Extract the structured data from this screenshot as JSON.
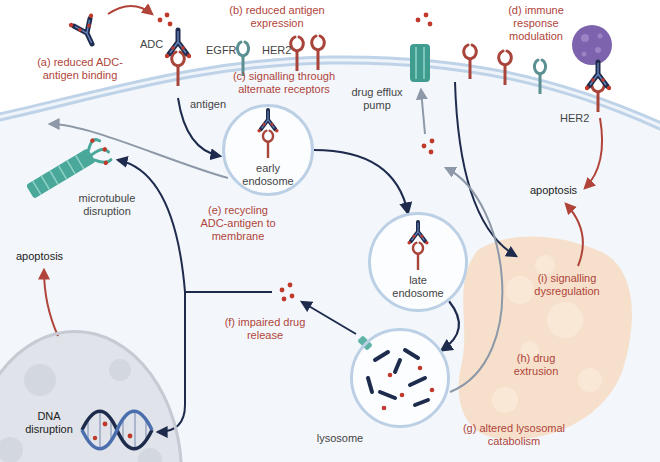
{
  "diagram": {
    "nodes": [
      {
        "text": [
          "early endosome"
        ]
      },
      {
        "text": [
          "late endosome"
        ]
      },
      {
        "text": [
          "lysosome"
        ]
      },
      {
        "text": [
          "DNA disruption"
        ]
      }
    ],
    "edges": [
      {
        "from": 0,
        "to": 1,
        "arrow": "to"
      },
      {
        "from": 1,
        "to": 2,
        "arrow": "to"
      }
    ],
    "labels": [
      "(a) reduced ADC-antigen binding",
      "(b) reduced antigen expression",
      "(d) immune response modulation",
      "EGFR",
      "HER2",
      "(c) signalling through alternate receptors",
      "drug efflux pump",
      "ADC",
      "antigen",
      "HER2",
      "apoptosis",
      "(e) recycling ADC-antigen to membrane",
      "microtubule disruption",
      "apoptosis",
      "(i) signalling dysregulation",
      "(h) drug extrusion",
      "(f) impaired drug release",
      "(g) altered lysosomal catabolism"
    ]
  }
}
